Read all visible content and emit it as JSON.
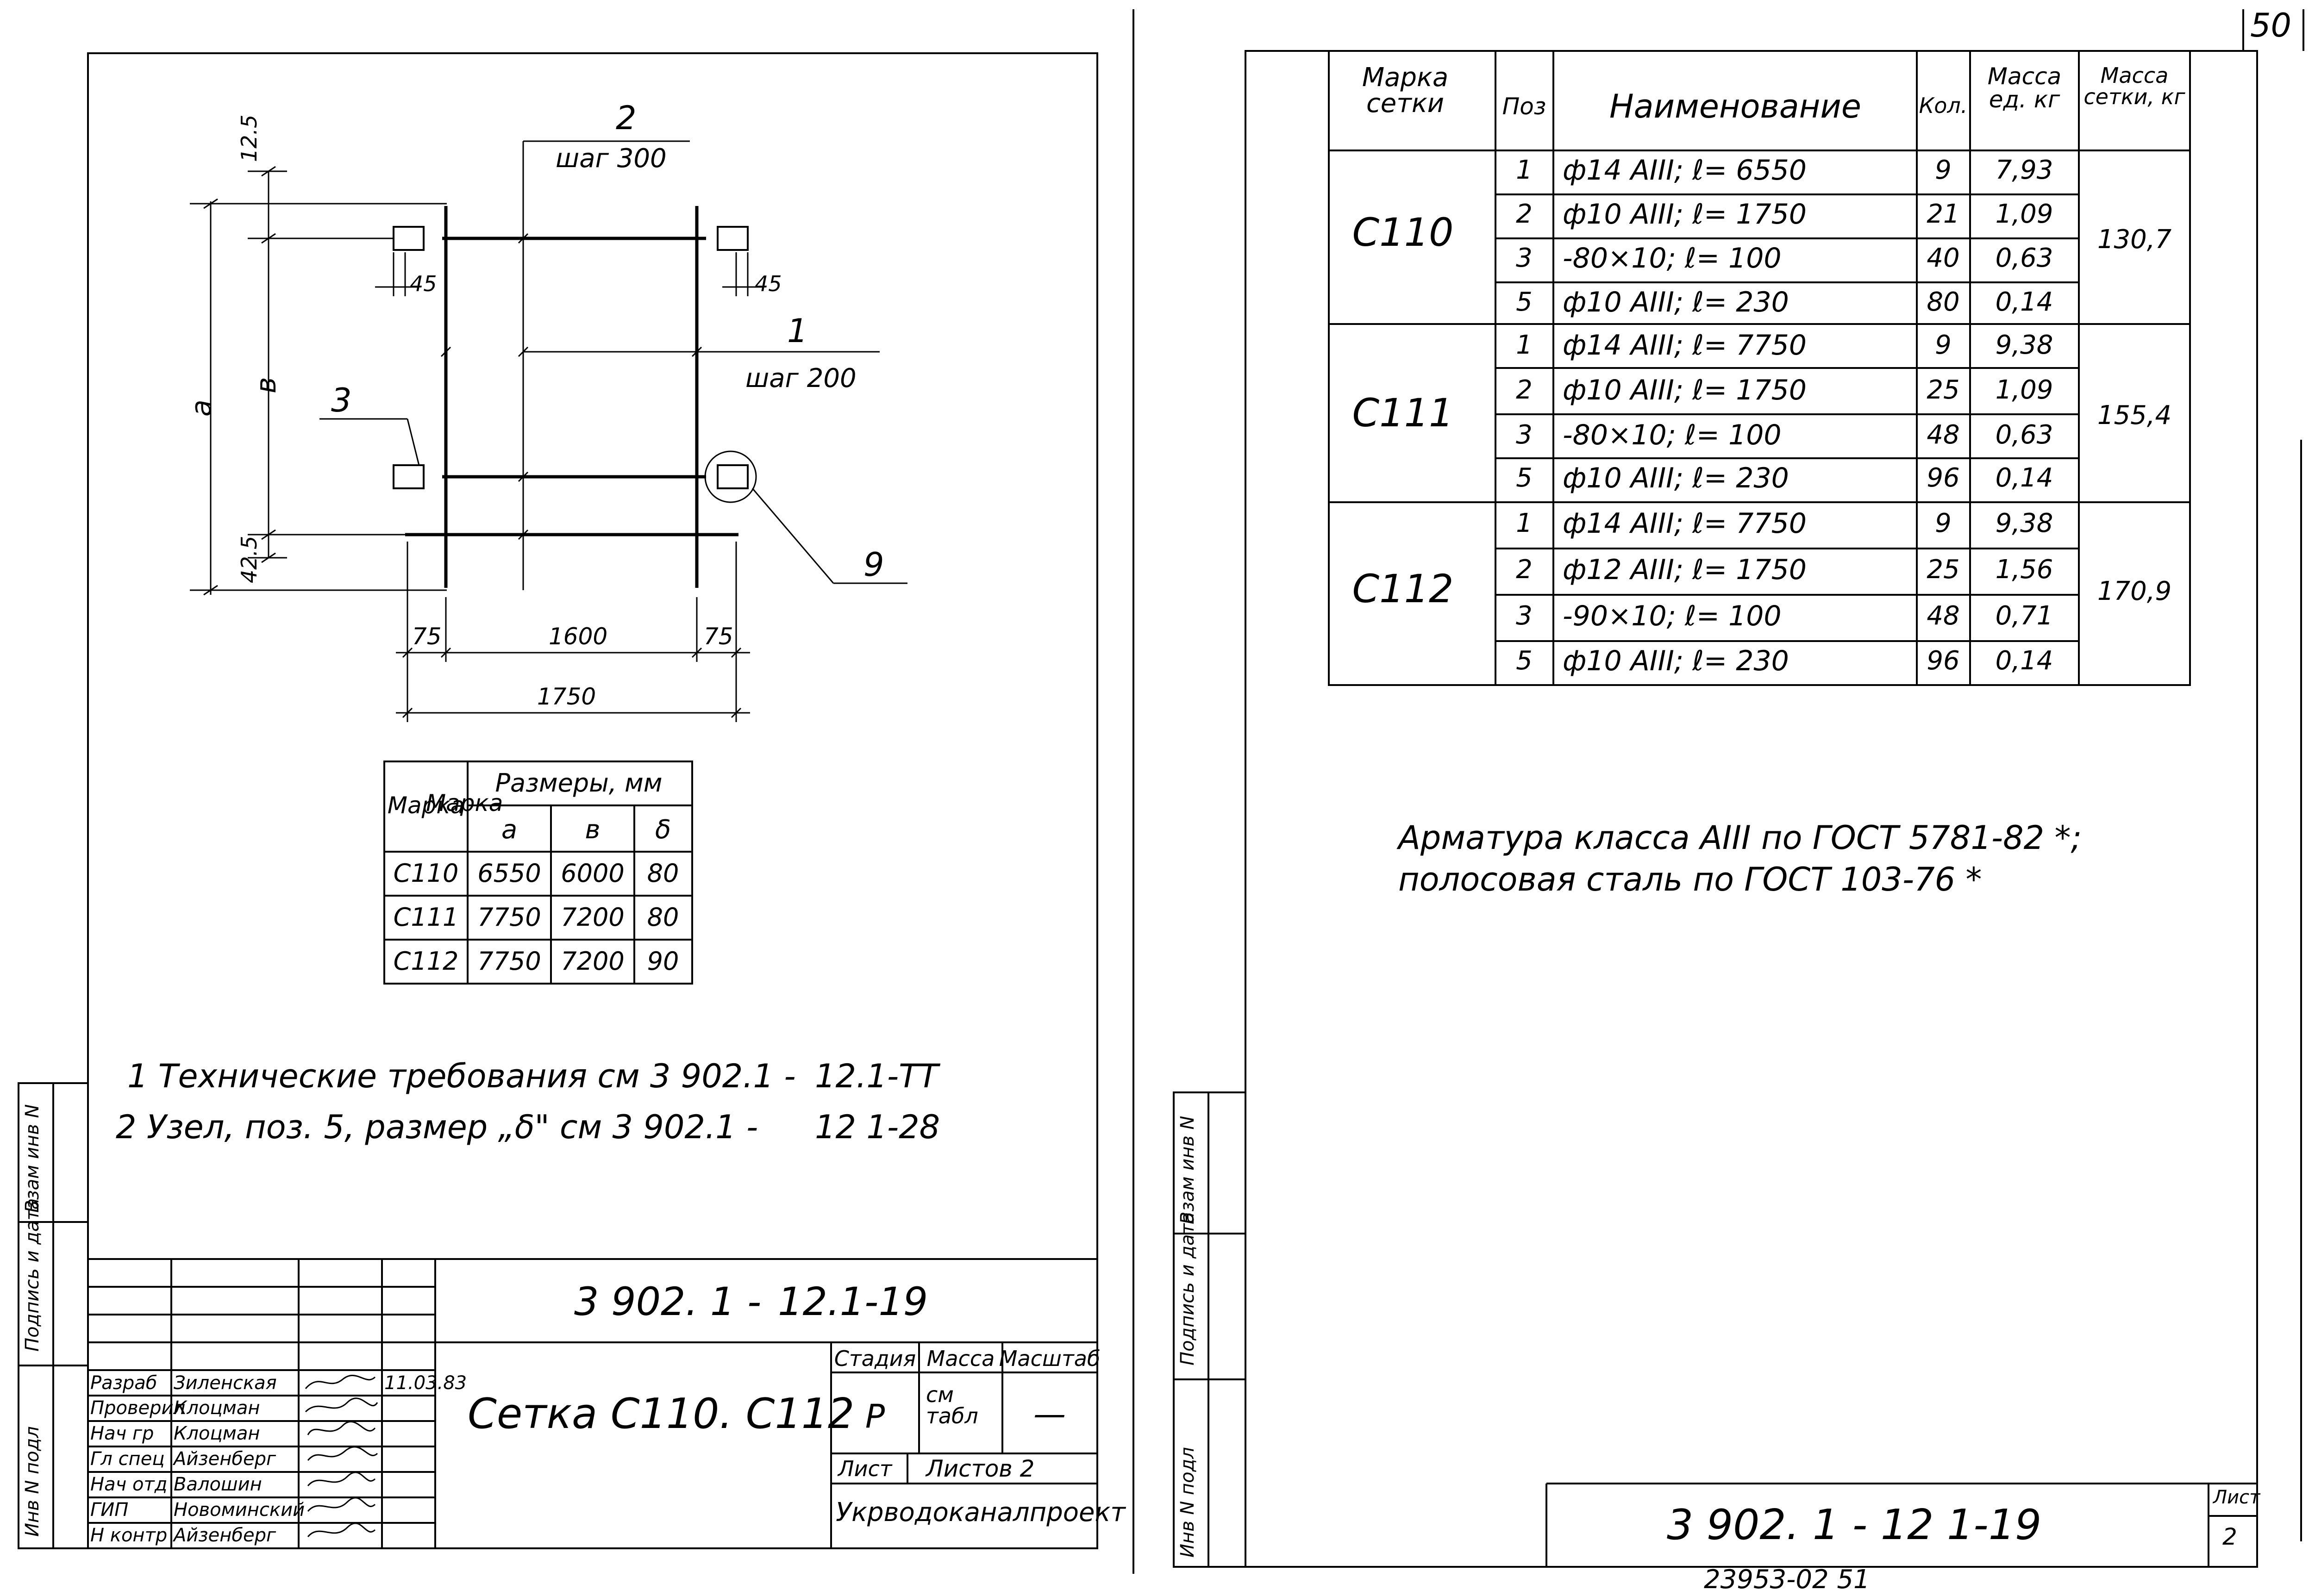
{
  "page_number": "50",
  "left_sheet": {
    "dimensions": {
      "d125": "12.5",
      "d425": "42.5",
      "d45a": "45",
      "d45b": "45",
      "pos2": "2",
      "step300": "шаг 300",
      "pos1": "1",
      "step200": "шаг 200",
      "pos3": "3",
      "pos9": "9",
      "a": "a",
      "b": "в",
      "d75a": "75",
      "d1600": "1600",
      "d75b": "75",
      "d1750": "1750"
    },
    "size_table": {
      "header_mark": "Марка",
      "header_sizes": "Размеры, мм",
      "col_a": "a",
      "col_b": "в",
      "col_d": "δ",
      "rows": [
        {
          "mark": "С110",
          "a": "6550",
          "b": "6000",
          "d": "80"
        },
        {
          "mark": "С111",
          "a": "7750",
          "b": "7200",
          "d": "80"
        },
        {
          "mark": "С112",
          "a": "7750",
          "b": "7200",
          "d": "90"
        }
      ]
    },
    "notes": [
      {
        "text": "1 Технические   требования  см  3 902.1 -",
        "ref": "12.1-ТТ"
      },
      {
        "text": "2  Узел, поз. 5, размер „δ\"  см   3 902.1 -",
        "ref": "12 1-28"
      }
    ],
    "stamp": {
      "doc_code": "3 902. 1 -",
      "doc_code_2": "12.1-19",
      "title": "Сетка С110.  С112",
      "stage_label": "Стадия",
      "mass_label": "Масса",
      "scale_label": "Масштаб",
      "stage": "Р",
      "mass": "см табл",
      "scale": "—",
      "sheet_label": "Лист",
      "sheets_label": "Листов 2",
      "org": "Укрводоканалпроект",
      "date": "11.03.83",
      "people": [
        {
          "role": "Разраб",
          "name": "Зиленская"
        },
        {
          "role": "Проверил",
          "name": "Клоцман"
        },
        {
          "role": "Нач гр",
          "name": "Клоцман"
        },
        {
          "role": "Гл спец",
          "name": "Айзенберг"
        },
        {
          "role": "Нач отд",
          "name": "Валошин"
        },
        {
          "role": "ГИП",
          "name": "Новоминский"
        },
        {
          "role": "Н контр",
          "name": "Айзенберг"
        }
      ]
    },
    "side_labels": [
      "Инв N подл",
      "Подпись и дата",
      "Взам инв N"
    ]
  },
  "right_sheet": {
    "spec_table": {
      "headers": {
        "mark": "Марка сетки",
        "pos": "Поз",
        "name": "Наименование",
        "qty": "Кол.",
        "mass_unit": "Масса ед. кг",
        "mass_mesh": "Масса сетки, кг"
      },
      "groups": [
        {
          "mark": "С110",
          "total": "130,7",
          "rows": [
            {
              "pos": "1",
              "name": "ф14 АIII;  ℓ= 6550",
              "qty": "9",
              "mass": "7,93"
            },
            {
              "pos": "2",
              "name": "ф10 АIII;  ℓ= 1750",
              "qty": "21",
              "mass": "1,09"
            },
            {
              "pos": "3",
              "name": "-80×10;  ℓ= 100",
              "qty": "40",
              "mass": "0,63"
            },
            {
              "pos": "5",
              "name": "ф10 АIII;  ℓ= 230",
              "qty": "80",
              "mass": "0,14"
            }
          ]
        },
        {
          "mark": "С111",
          "total": "155,4",
          "rows": [
            {
              "pos": "1",
              "name": "ф14 АIII;  ℓ= 7750",
              "qty": "9",
              "mass": "9,38"
            },
            {
              "pos": "2",
              "name": "ф10 АIII;  ℓ= 1750",
              "qty": "25",
              "mass": "1,09"
            },
            {
              "pos": "3",
              "name": "-80×10;  ℓ= 100",
              "qty": "48",
              "mass": "0,63"
            },
            {
              "pos": "5",
              "name": "ф10 АIII;  ℓ= 230",
              "qty": "96",
              "mass": "0,14"
            }
          ]
        },
        {
          "mark": "С112",
          "total": "170,9",
          "rows": [
            {
              "pos": "1",
              "name": "ф14 АIII;  ℓ= 7750",
              "qty": "9",
              "mass": "9,38"
            },
            {
              "pos": "2",
              "name": "ф12 АIII;  ℓ= 1750",
              "qty": "25",
              "mass": "1,56"
            },
            {
              "pos": "3",
              "name": "-90×10;  ℓ= 100",
              "qty": "48",
              "mass": "0,71"
            },
            {
              "pos": "5",
              "name": "ф10 АIII;  ℓ= 230",
              "qty": "96",
              "mass": "0,14"
            }
          ]
        }
      ]
    },
    "note_line1": "Арматура класса АIII по ГОСТ 5781-82 *;",
    "note_line2": "полосовая сталь по ГОСТ 103-76 *",
    "doc_code": "3 902. 1 -  12   1-19",
    "sheet_label": "Лист",
    "sheet_no": "2",
    "side_labels": [
      "Инв N подл",
      "Подпись и дата",
      "Взам инв N"
    ]
  },
  "footer_code": "23953-02  51"
}
